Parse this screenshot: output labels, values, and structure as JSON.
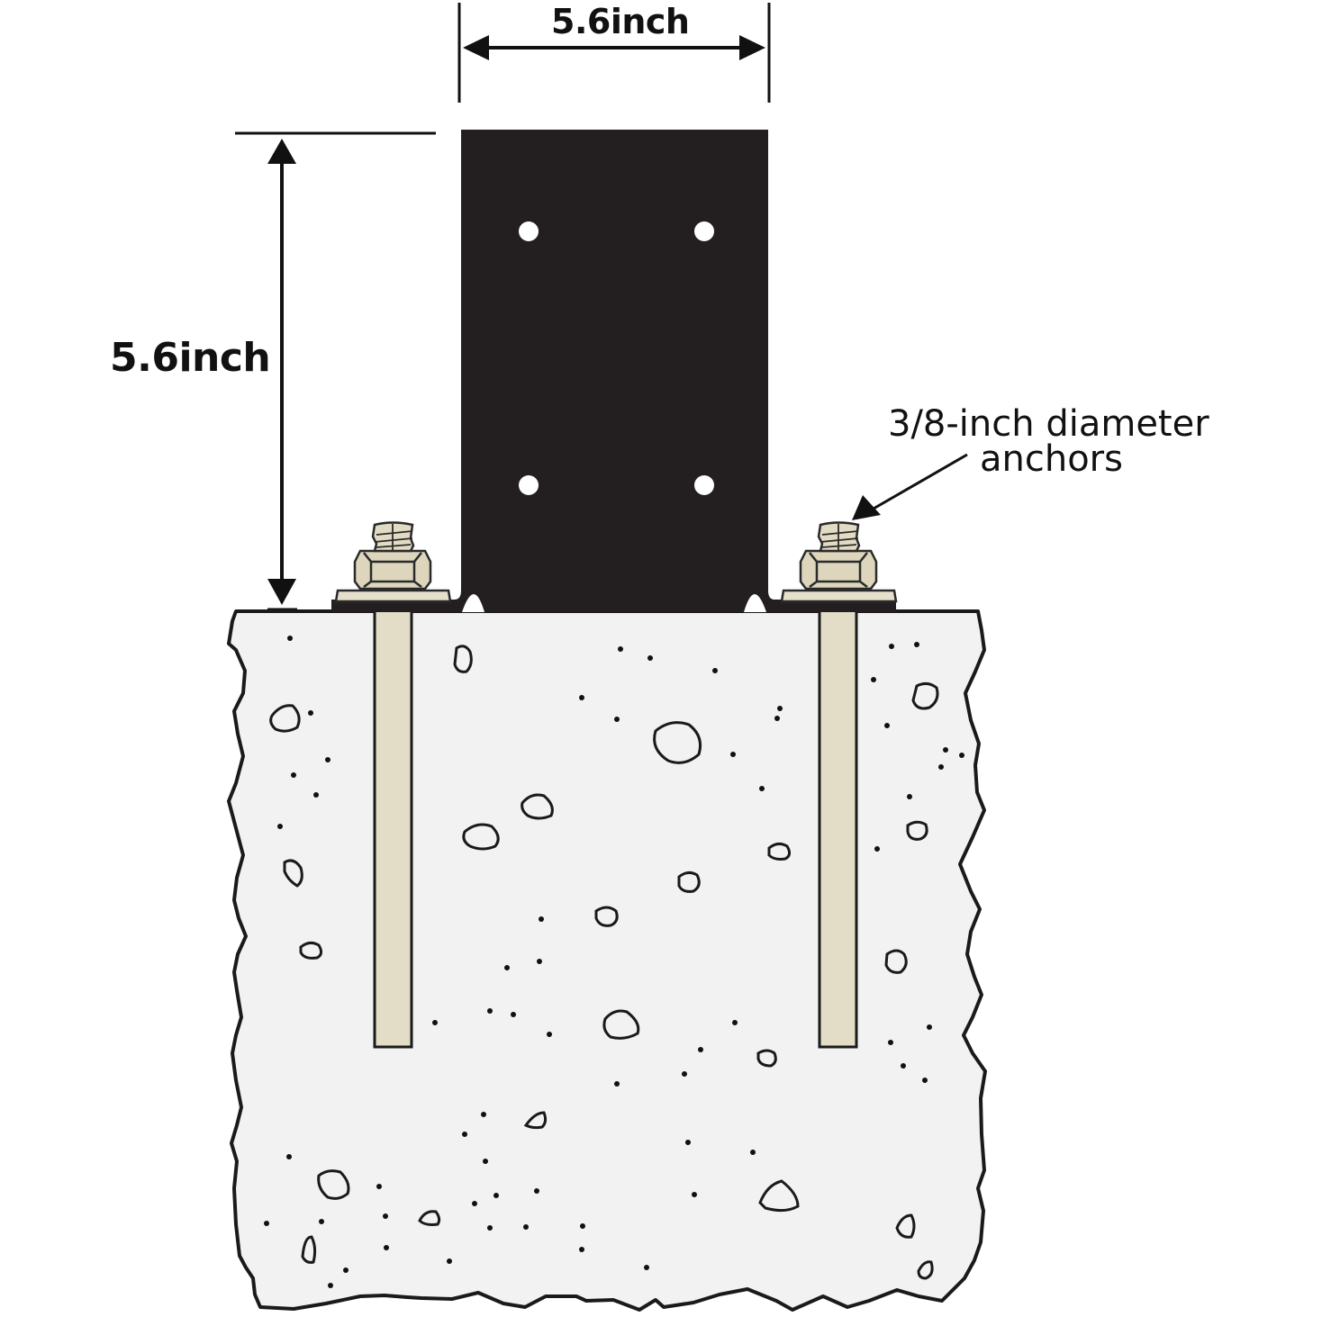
{
  "diagram": {
    "subject": "Post base bracket anchored into concrete",
    "dimensions": {
      "width_label": "5.6inch",
      "height_label": "5.6inch"
    },
    "callouts": {
      "anchor_line1": "3/8-inch diameter",
      "anchor_line2": "anchors"
    },
    "bracket": {
      "mounting_holes": 4
    },
    "anchors": {
      "count": 2
    },
    "colors": {
      "bracket": "#231f20",
      "hardware": "#e3dcc6",
      "hardware_dark": "#cfc7ad",
      "concrete": "#f2f2f3",
      "outline": "#1a1a1a",
      "background": "#ffffff"
    }
  }
}
